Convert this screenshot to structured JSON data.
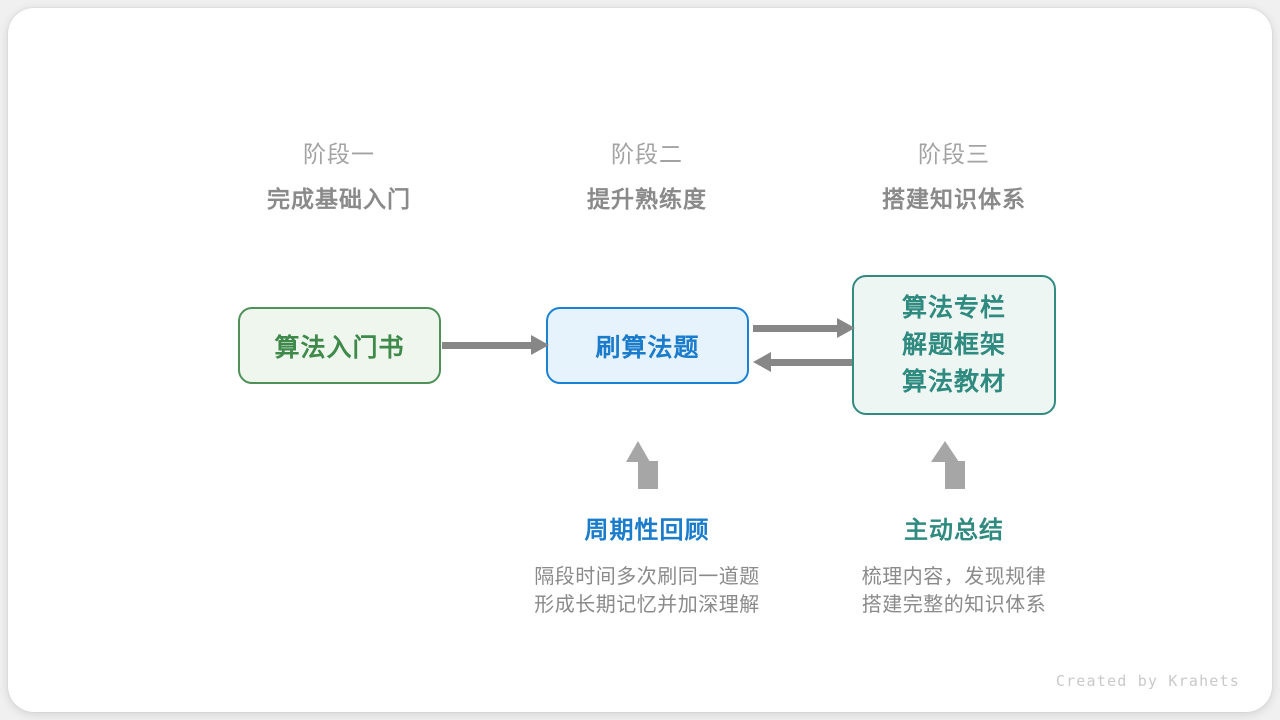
{
  "diagram": {
    "title_credit": "Created by Krahets",
    "stages": [
      {
        "number": "阶段一",
        "title": "完成基础入门"
      },
      {
        "number": "阶段二",
        "title": "提升熟练度"
      },
      {
        "number": "阶段三",
        "title": "搭建知识体系"
      }
    ],
    "nodes": [
      {
        "id": "node-beginner-book",
        "lines": [
          "算法入门书"
        ],
        "color": "#3f8a4b",
        "border": "#4f9157",
        "fill": "#eef6ee"
      },
      {
        "id": "node-practice-problems",
        "lines": [
          "刷算法题"
        ],
        "color": "#1a7ccb",
        "border": "#1a82d4",
        "fill": "#e7f3fc"
      },
      {
        "id": "node-knowledge-system",
        "lines": [
          "算法专栏",
          "解题框架",
          "算法教材"
        ],
        "color": "#2f8a7f",
        "border": "#328a80",
        "fill": "#eef6f4"
      }
    ],
    "connectors": [
      {
        "id": "book-to-practice",
        "direction": "right"
      },
      {
        "id": "practice-to-resources",
        "direction": "right"
      },
      {
        "id": "resources-to-practice",
        "direction": "left"
      }
    ],
    "annotations": [
      {
        "id": "periodic-review",
        "title": "周期性回顾",
        "color": "#1a7ccb",
        "desc_lines": [
          "隔段时间多次刷同一道题",
          "形成长期记忆并加深理解"
        ]
      },
      {
        "id": "active-summary",
        "title": "主动总结",
        "color": "#2f8a7f",
        "desc_lines": [
          "梳理内容，发现规律",
          "搭建完整的知识体系"
        ]
      }
    ]
  }
}
